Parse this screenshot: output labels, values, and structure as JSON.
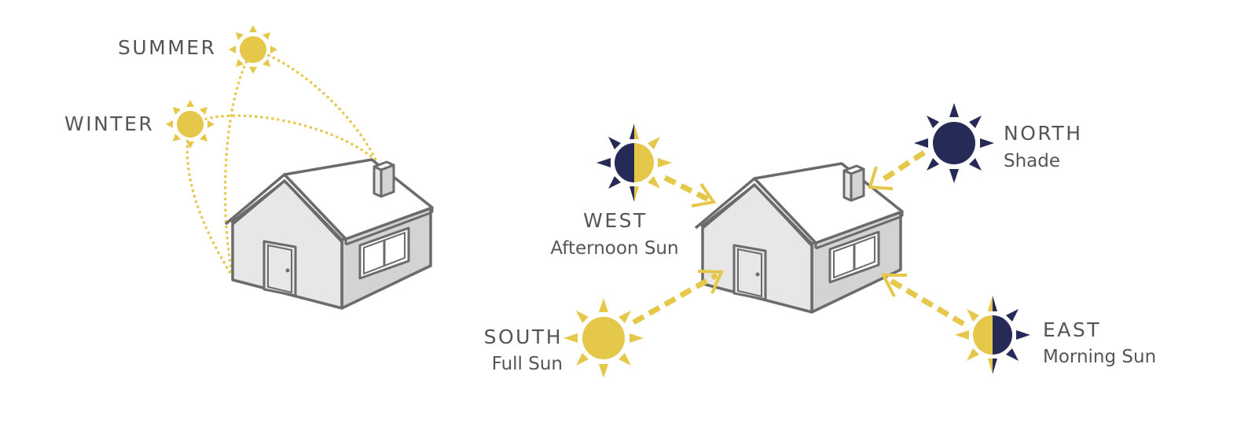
{
  "colors": {
    "sun": "#e5c84a",
    "navy": "#262a56",
    "outline": "#6b6b6b",
    "wall_light": "#e7e7e7",
    "wall_dark": "#d3d3d3",
    "text": "#555555"
  },
  "left_diagram": {
    "summer_label": "SUMMER",
    "winter_label": "WINTER"
  },
  "right_diagram": {
    "west": {
      "label": "WEST",
      "sub": "Afternoon Sun"
    },
    "north": {
      "label": "NORTH",
      "sub": "Shade"
    },
    "south": {
      "label": "SOUTH",
      "sub": "Full Sun"
    },
    "east": {
      "label": "EAST",
      "sub": "Morning Sun"
    }
  }
}
